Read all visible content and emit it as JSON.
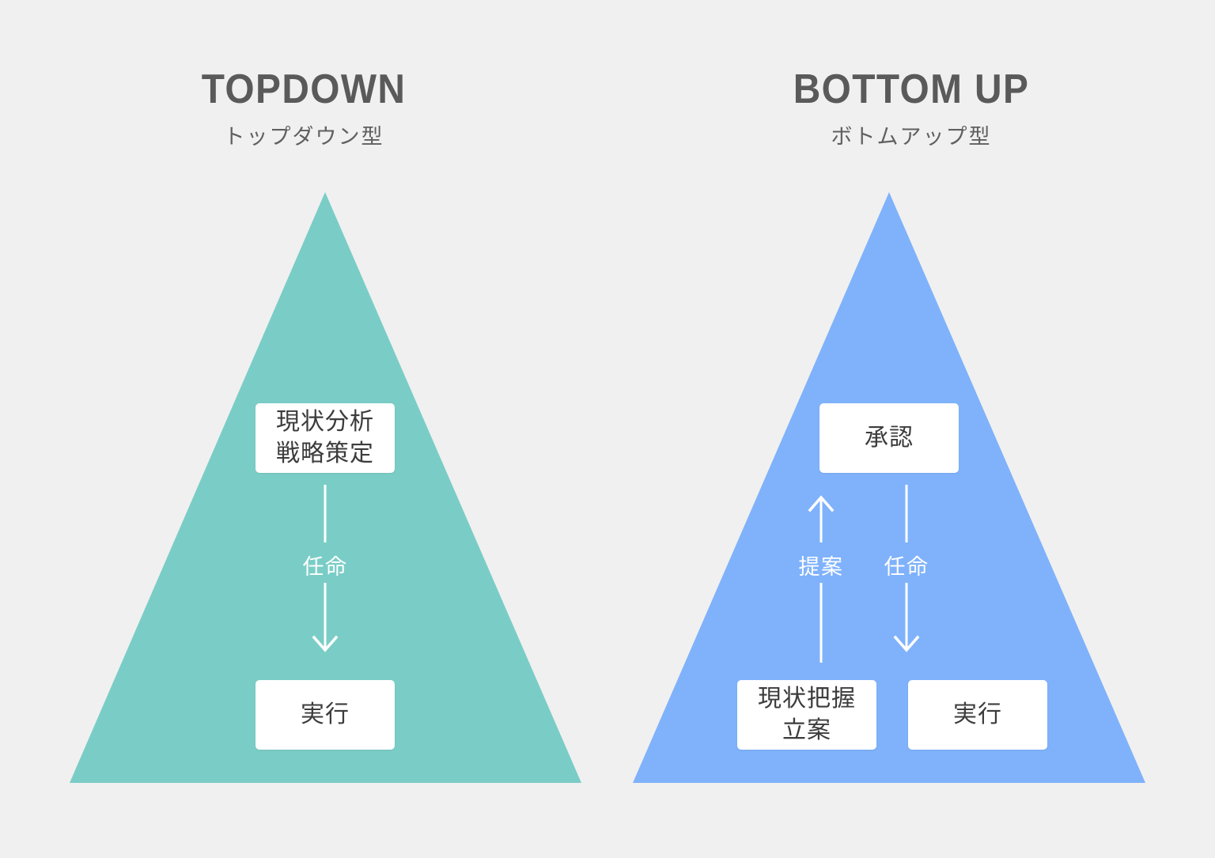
{
  "background_color": "#f0f0f0",
  "panels": [
    {
      "id": "topdown",
      "title_en": "TOPDOWN",
      "title_ja": "トップダウン型",
      "triangle_color": "#7acdc6",
      "boxes": [
        {
          "name": "box-analysis",
          "text": "現状分析\n戦略策定"
        },
        {
          "name": "box-execute-left",
          "text": "実行"
        }
      ],
      "arrows": [
        {
          "name": "arrow-appoint-left",
          "label": "任命",
          "direction": "down"
        }
      ]
    },
    {
      "id": "bottomup",
      "title_en": "BOTTOM UP",
      "title_ja": "ボトムアップ型",
      "triangle_color": "#7fb2fb",
      "boxes": [
        {
          "name": "box-approval",
          "text": "承認"
        },
        {
          "name": "box-grasp",
          "text": "現状把握\n立案"
        },
        {
          "name": "box-execute-right",
          "text": "実行"
        }
      ],
      "arrows": [
        {
          "name": "arrow-propose",
          "label": "提案",
          "direction": "up"
        },
        {
          "name": "arrow-appoint-right",
          "label": "任命",
          "direction": "down"
        }
      ]
    }
  ],
  "text_colors": {
    "title": "#5a5a5a",
    "subtitle": "#606060",
    "box_text": "#3c3c3c",
    "arrow_label": "#ffffff"
  }
}
